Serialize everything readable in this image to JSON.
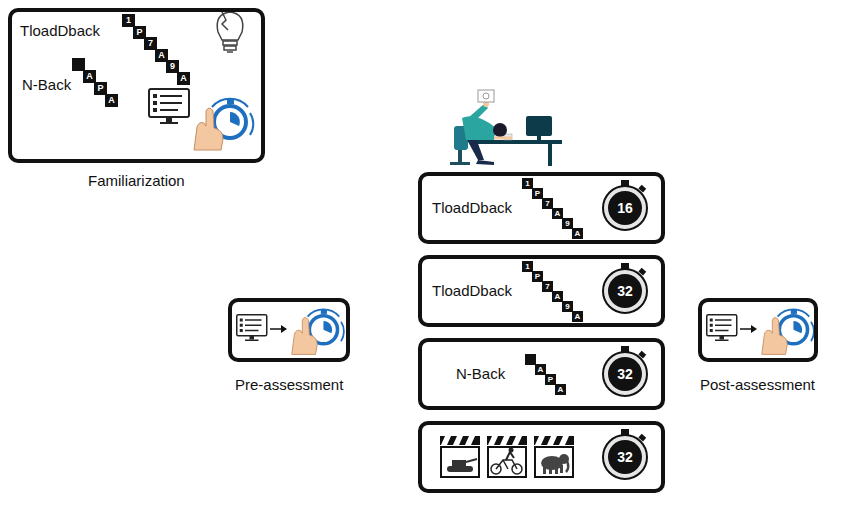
{
  "diagram": {
    "nodes": [
      {
        "text": [
          "TloadDback",
          "N-Back",
          "Familiarization"
        ]
      },
      {
        "text": [
          "Pre-assessment"
        ]
      },
      {
        "text": [
          "TloadDback",
          "16"
        ]
      },
      {
        "text": [
          "TloadDback",
          "32"
        ]
      },
      {
        "text": [
          "N-Back",
          "32"
        ]
      },
      {
        "text": [
          "32"
        ]
      },
      {
        "text": [
          "Post-assessment"
        ]
      }
    ],
    "labels": [
      "1",
      "P",
      "7",
      "A",
      "9",
      "A",
      "A",
      "P",
      "A",
      "1",
      "P",
      "7",
      "A",
      "9",
      "A",
      "1",
      "P",
      "7",
      "A",
      "9",
      "A",
      "A",
      "P",
      "A"
    ]
  }
}
